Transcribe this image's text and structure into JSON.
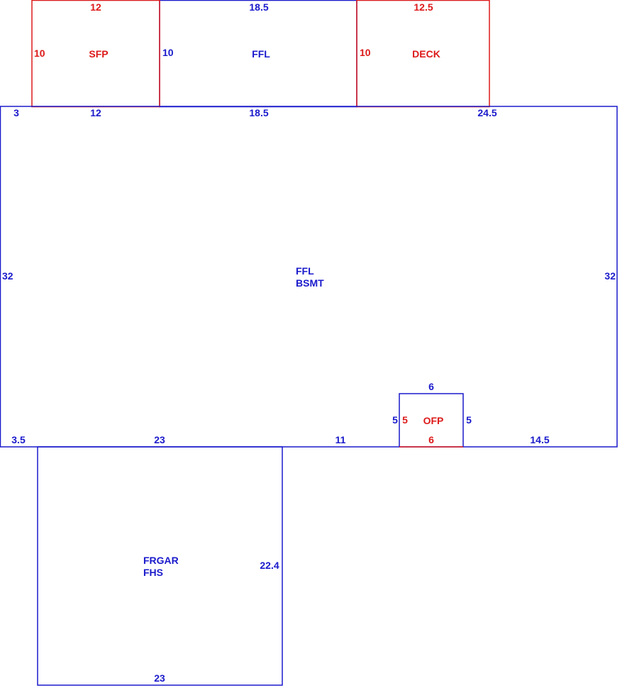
{
  "colors": {
    "living": "#1a1acc",
    "porch": "#dd1a1a"
  },
  "areas": {
    "sfp": {
      "name": "SFP",
      "top": "12",
      "left": "10"
    },
    "ffl_upper": {
      "name": "FFL",
      "top": "18.5",
      "left": "10"
    },
    "deck": {
      "name": "DECK",
      "top": "12.5",
      "left": "10"
    },
    "main": {
      "line1": "FFL",
      "line2": "BSMT",
      "top_3": "3",
      "top_12": "12",
      "top_18_5": "18.5",
      "top_24_5": "24.5",
      "left": "32",
      "right": "32",
      "bottom_3_5": "3.5",
      "bottom_23": "23",
      "bottom_11": "11",
      "bottom_14_5": "14.5"
    },
    "ofp": {
      "name": "OFP",
      "top": "6",
      "bottom": "6",
      "left_outer": "5",
      "left_inner": "5",
      "right": "5"
    },
    "garage": {
      "line1": "FRGAR",
      "line2": "FHS",
      "right": "22.4",
      "bottom": "23"
    }
  }
}
